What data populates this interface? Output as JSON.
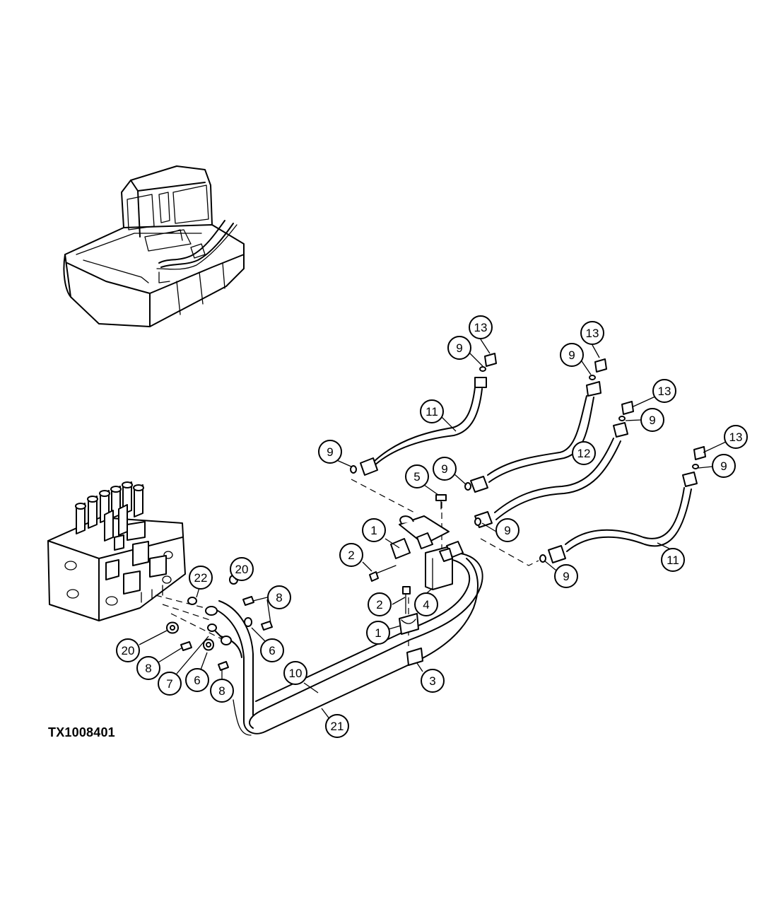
{
  "figure_id": "TX1008401",
  "callouts": [
    {
      "id": "c13a",
      "label": "13"
    },
    {
      "id": "c9a",
      "label": "9"
    },
    {
      "id": "c13b",
      "label": "13"
    },
    {
      "id": "c9b",
      "label": "9"
    },
    {
      "id": "c11a",
      "label": "11"
    },
    {
      "id": "c13c",
      "label": "13"
    },
    {
      "id": "c9c",
      "label": "9"
    },
    {
      "id": "c12",
      "label": "12"
    },
    {
      "id": "c13d",
      "label": "13"
    },
    {
      "id": "c9d",
      "label": "9"
    },
    {
      "id": "c9e",
      "label": "9"
    },
    {
      "id": "c5",
      "label": "5"
    },
    {
      "id": "c9f",
      "label": "9"
    },
    {
      "id": "c9g",
      "label": "9"
    },
    {
      "id": "c1a",
      "label": "1"
    },
    {
      "id": "c2a",
      "label": "2"
    },
    {
      "id": "c9h",
      "label": "9"
    },
    {
      "id": "c11b",
      "label": "11"
    },
    {
      "id": "c20a",
      "label": "20"
    },
    {
      "id": "c22",
      "label": "22"
    },
    {
      "id": "c8a",
      "label": "8"
    },
    {
      "id": "c2b",
      "label": "2"
    },
    {
      "id": "c4",
      "label": "4"
    },
    {
      "id": "c1b",
      "label": "1"
    },
    {
      "id": "c20b",
      "label": "20"
    },
    {
      "id": "c6a",
      "label": "6"
    },
    {
      "id": "c8b",
      "label": "8"
    },
    {
      "id": "c10",
      "label": "10"
    },
    {
      "id": "c3",
      "label": "3"
    },
    {
      "id": "c7",
      "label": "7"
    },
    {
      "id": "c6b",
      "label": "6"
    },
    {
      "id": "c8c",
      "label": "8"
    },
    {
      "id": "c21",
      "label": "21"
    }
  ]
}
